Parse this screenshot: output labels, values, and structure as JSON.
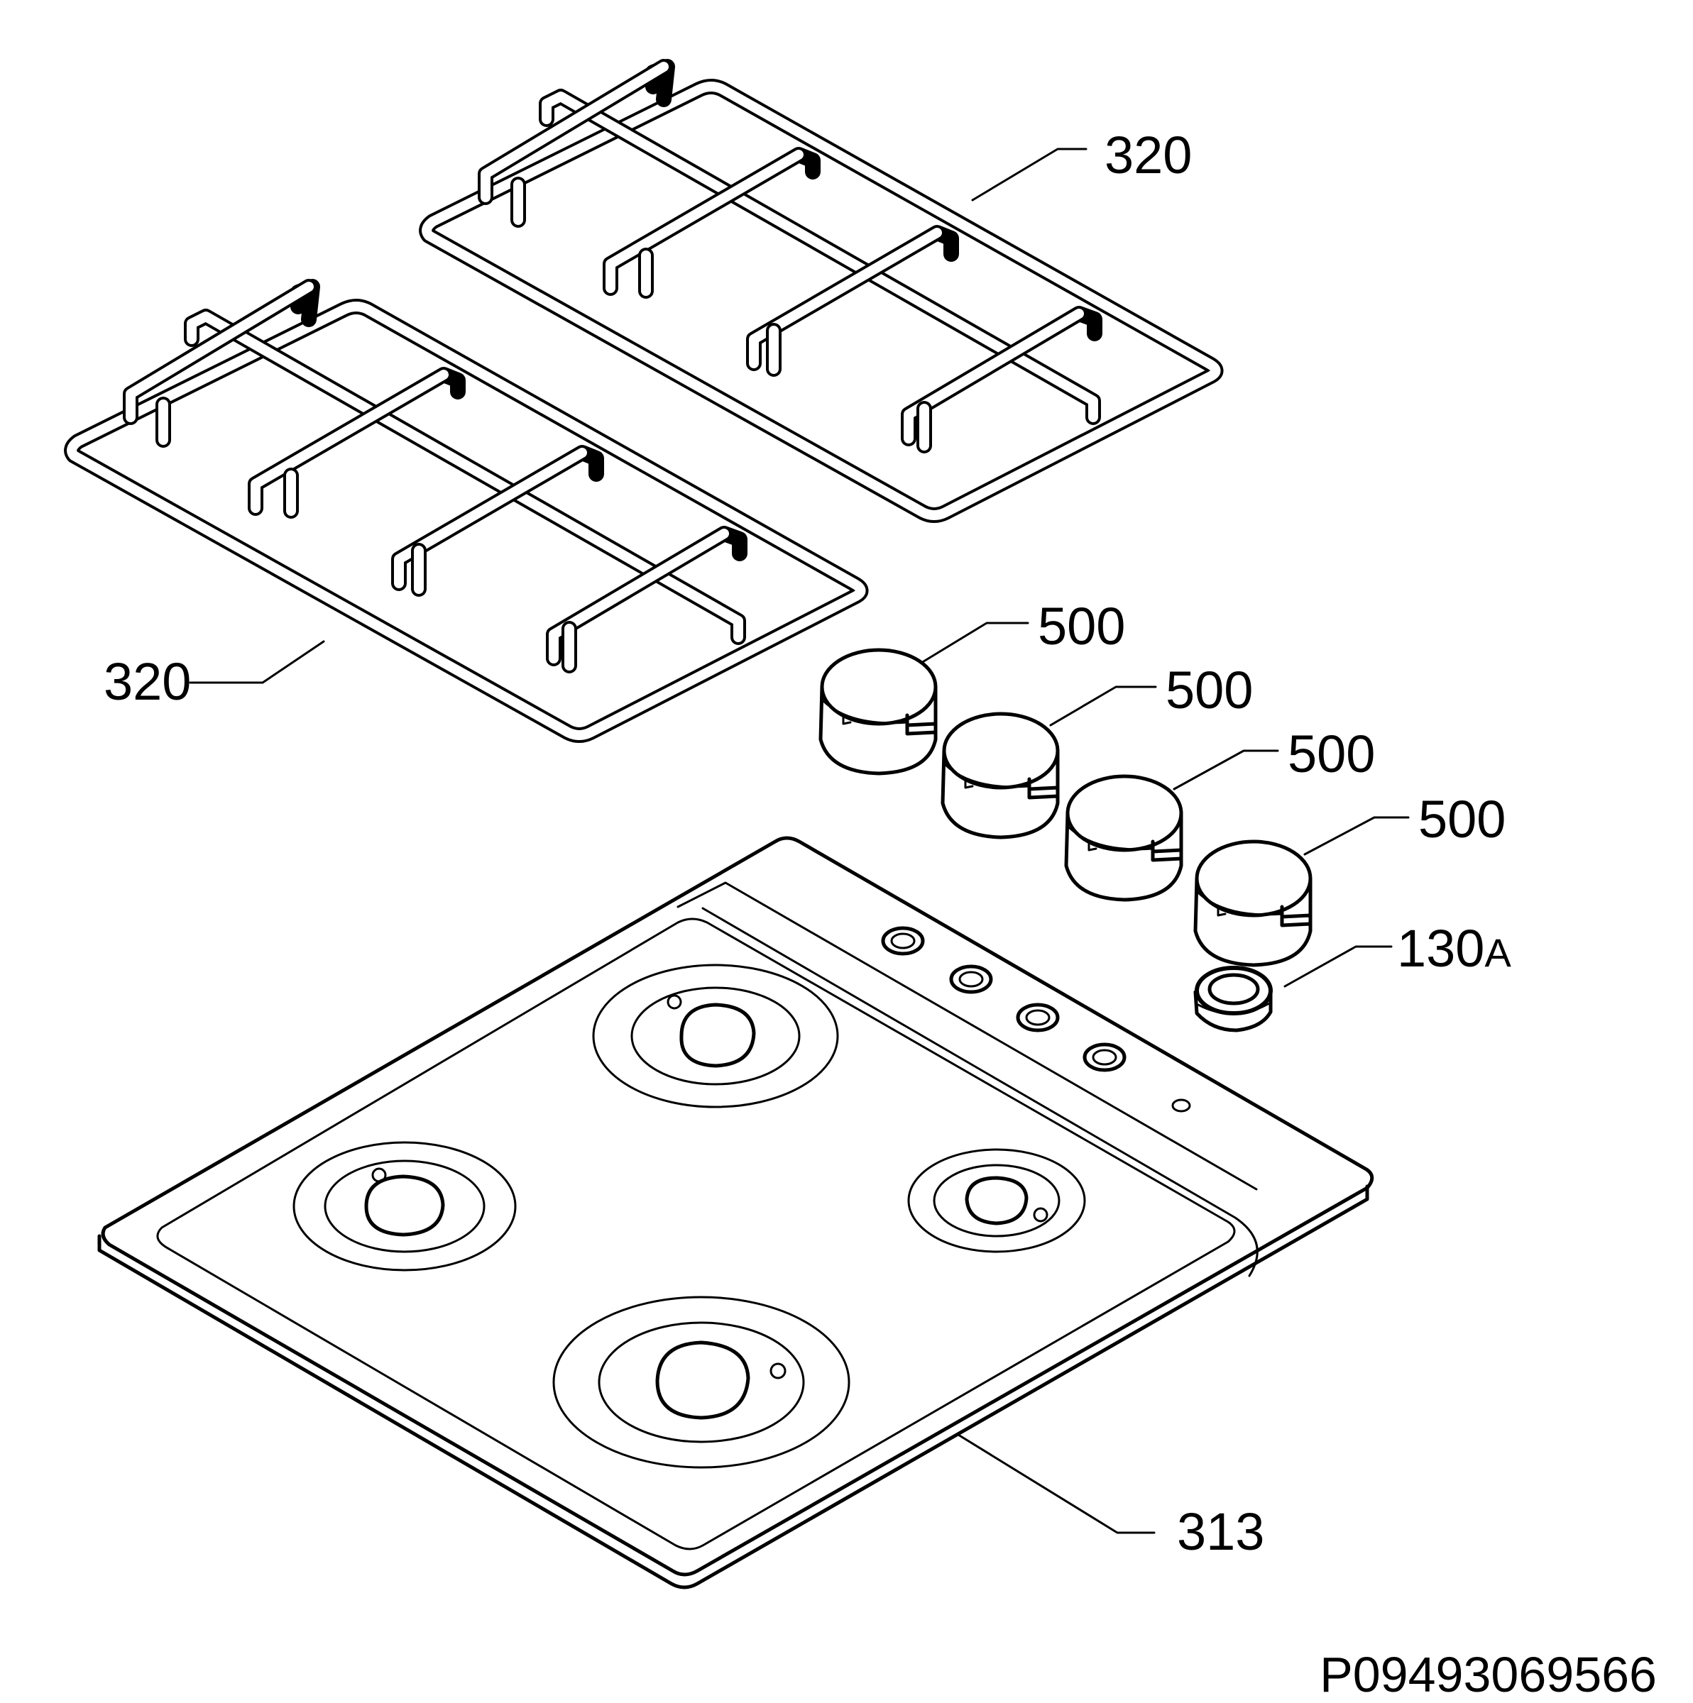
{
  "labels": {
    "grate_right": "320",
    "grate_left": "320",
    "knob_1": "500",
    "knob_2": "500",
    "knob_3": "500",
    "knob_4": "500",
    "bushing_num": "130",
    "bushing_suffix": "A",
    "hob": "313"
  },
  "drawing_code": "P09493069566"
}
